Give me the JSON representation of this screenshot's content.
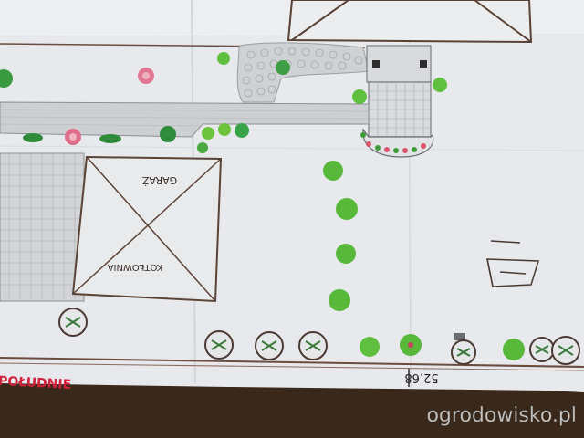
{
  "photo": {
    "subject": "hand-drawn garden plan on paper",
    "colors": {
      "paper": "#e9ebee",
      "paper_shadow": "#d6d8dc",
      "table": "#3a281a",
      "pencil_line": "#5a4336",
      "path_gray": "#c2c4c6",
      "grid_gray": "#bfc1c4",
      "plant_green": "#4fb53a",
      "plant_dark": "#2e7d32",
      "pink": "#d9546d",
      "red_text": "#d0223a"
    },
    "labels": {
      "garage": "GARAŻ",
      "boiler_room": "KOTŁOWNIA",
      "south": "POŁUDNIE",
      "dimension": "52,68"
    },
    "watermark": {
      "text": "ogrodowisko.pl"
    }
  }
}
